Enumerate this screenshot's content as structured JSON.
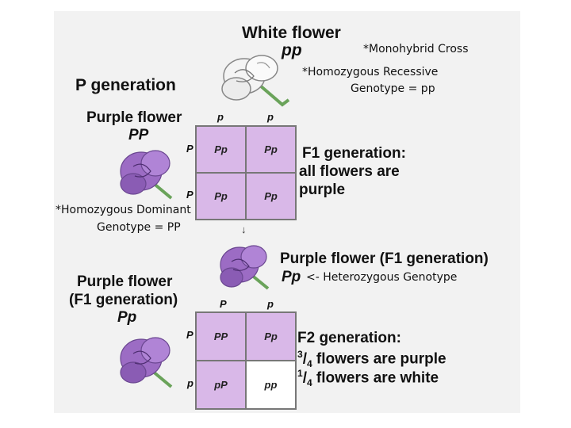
{
  "p_generation": {
    "label": "P generation",
    "white_parent": {
      "title": "White flower",
      "genotype": "pp"
    },
    "purple_parent": {
      "title": "Purple flower",
      "genotype": "PP"
    },
    "notes": {
      "cross_type": "*Monohybrid Cross",
      "recessive_line1": "*Homozygous Recessive",
      "recessive_line2": "Genotype = pp",
      "dominant_line1": "*Homozygous Dominant",
      "dominant_line2": "Genotype = PP"
    },
    "square": {
      "top_alleles": [
        "p",
        "p"
      ],
      "side_alleles": [
        "P",
        "P"
      ],
      "cells": [
        "Pp",
        "Pp",
        "Pp",
        "Pp"
      ]
    }
  },
  "f1": {
    "result_line1": "F1 generation:",
    "result_line2": "all flowers are",
    "result_line3": "purple",
    "arrow": "↓",
    "flower_title": "Purple flower (F1 generation)",
    "flower_genotype": "Pp",
    "genotype_note": "<- Heterozygous Genotype",
    "left_title_line1": "Purple flower",
    "left_title_line2": "(F1 generation)",
    "left_genotype": "Pp"
  },
  "f2": {
    "square": {
      "top_alleles": [
        "P",
        "p"
      ],
      "side_alleles": [
        "P",
        "p"
      ],
      "cells": [
        "PP",
        "Pp",
        "pP",
        "pp"
      ]
    },
    "result_line1": "F2 generation:",
    "result_line2_frac_num": "3",
    "result_line2_frac_den": "4",
    "result_line2_text": " flowers are purple",
    "result_line3_frac_num": "1",
    "result_line3_frac_den": "4",
    "result_line3_text": " flowers are white"
  },
  "colors": {
    "purple_cell": "#d9b8e8",
    "white_cell": "#ffffff",
    "purple_flower": "#9c6cc4",
    "white_flower": "#f4f4f4"
  }
}
